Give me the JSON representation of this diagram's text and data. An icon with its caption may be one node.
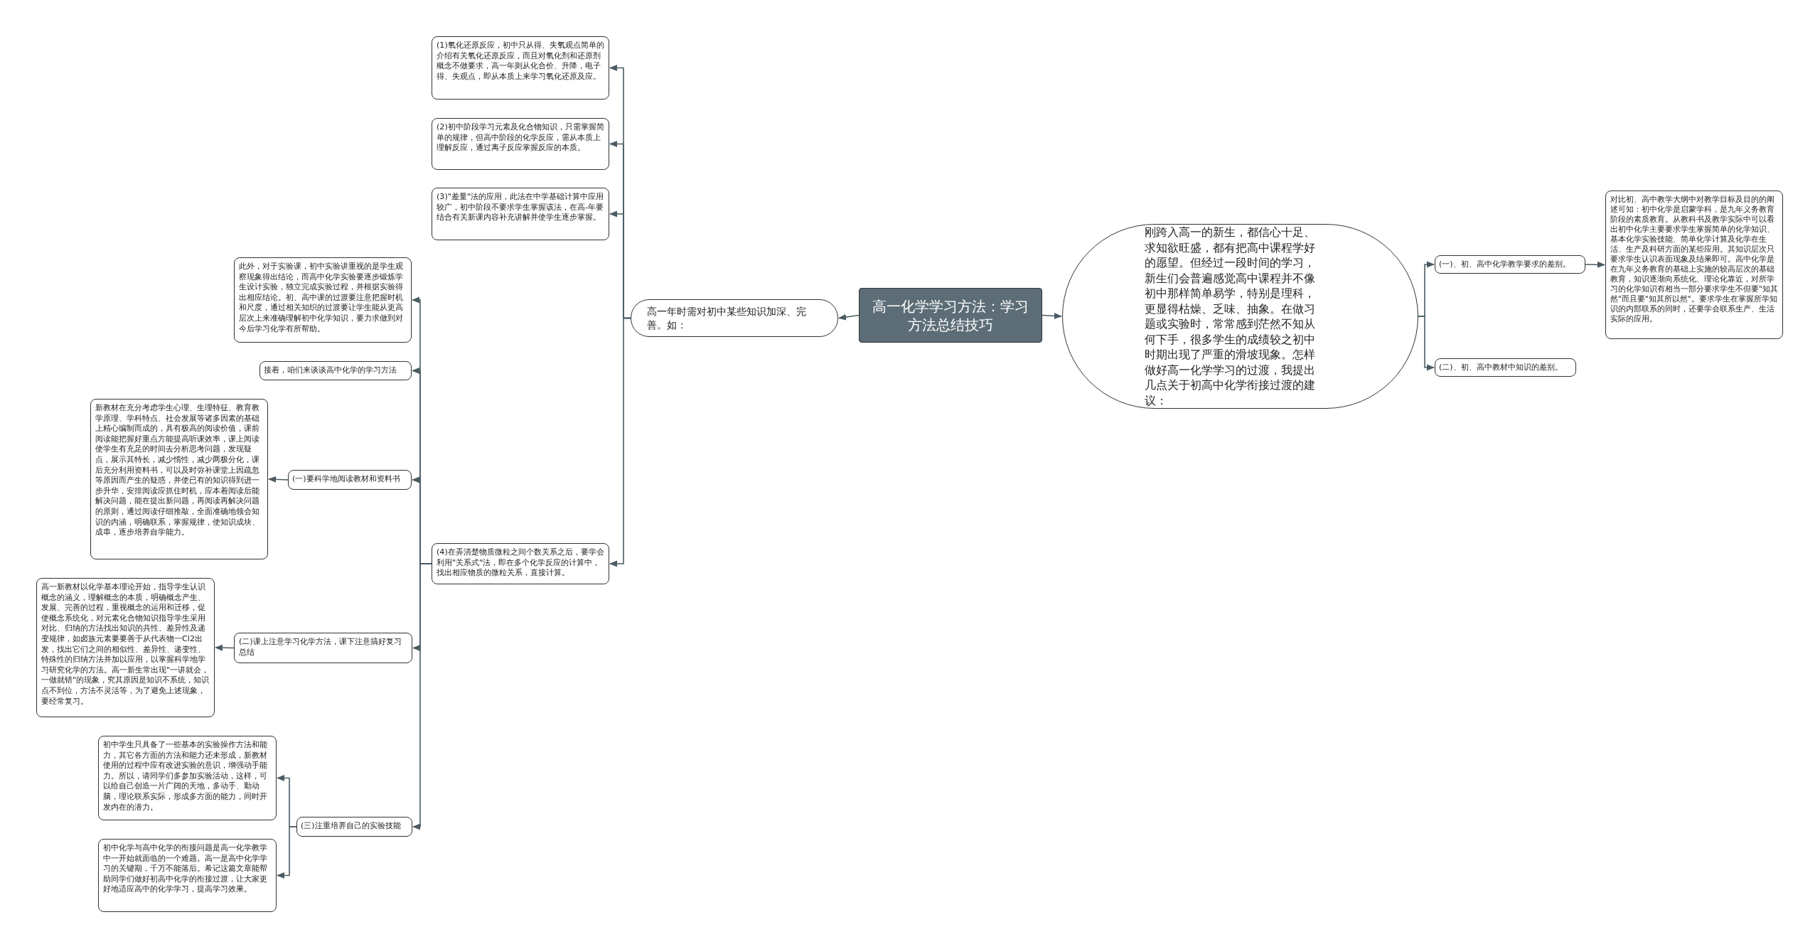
{
  "diagram": {
    "nodes": [
      {
        "text": [
          "高一化学学习方法：学习方法总结技巧"
        ]
      },
      {
        "text": [
          "高一年时需对初中某些知识加深、完善。如："
        ]
      },
      {
        "text": [
          "(1)氧化还原反应，初中只从得、失氧观点简单的介绍有关氧化还原反应，而且对氧化剂和还原剂概念不做要求，高一年则从化合价、升降，电子得、失观点，即从本质上来学习氧化还原及应。"
        ]
      },
      {
        "text": [
          "(2)初中阶段学习元素及化合物知识，只需掌握简单的规律，但高中阶段的化学反应，需从本质上理解反应，通过离子反应掌握反应的本质。"
        ]
      },
      {
        "text": [
          "(3)\"差量\"法的应用，此法在中学基础计算中应用较广，初中阶段不要求学生掌握该法，在高-年要结合有关新课内容补充讲解并使学生逐步掌握。"
        ]
      },
      {
        "text": [
          "(4)在弄清楚物质微粒之间个数关系之后，要学会利用\"关系式\"法，即在多个化学反应的计算中，找出相应物质的微粒关系，直接计算。"
        ]
      },
      {
        "text": [
          "此外，对于实验课，初中实验讲重视的是学生观察现象得出结论，而高中化学实验要逐步锻炼学生设计实验，独立完成实验过程，并根据实验得出相应结论。初、高中课的过渡要注意把握时机和尺度，通过相关知织的过渡要让学生能从更高层次上来准确理解初中化学知识，要力求做到对今后学习化学有所帮助。"
        ]
      },
      {
        "text": [
          "接着，咱们来谈谈高中化学的学习方法"
        ]
      },
      {
        "text": [
          "(一)要科学地阅读教材和资料书"
        ]
      },
      {
        "text": [
          "新教材在充分考虑学生心理、生理特征、教育教学原理、学科特点、社会发展等诸多因素的基础上精心编制而成的，具有极高的阅读价值，课前阅读能把握好重点方能提高听课效率，课上阅读使学生有充足的时间去分析思考问题，发现疑点，展示其特长，减少惰性，减少两极分化，课后充分利用资料书，可以及时弥补课堂上因疏忽等原因而产生的疑惑，并使已有的知识得到进一步升华，安排阅读应抓住时机，应本着阅读后能解决问题，能在提出新问题，再阅读再解决问题的原则，通过阅读仔细推敲，全面准确地领会知识的内涵，明确联系，掌握规律，使知识成块、成串，逐步培养自学能力。"
        ]
      },
      {
        "text": [
          "(二)课上注意学习化学方法，课下注意搞好复习总结"
        ]
      },
      {
        "text": [
          "高一新教材以化学基本理论开始，指导学生认识概念的涵义，理解概念的本质，明确概念产生、发展、完善的过程，重视概念的运用和迁移，促使概念系统化，对元素化合物知识指导学生采用对比、归纳的方法找出知识的共性、差异性及递变规律，如卤族元素要要善于从代表物一Cl2出发，找出它们之间的相似性、差异性、递变性、特殊性的归纳方法并加以应用，以掌握科学地学习研究化学的方法。高一新生常出现\"一讲就会，一做就错\"的现象，究其原因是知识不系统，知识点不到位，方法不灵活等，为了避免上述现象，要经常复习。"
        ]
      },
      {
        "text": [
          "(三)注重培养自己的实验技能"
        ]
      },
      {
        "text": [
          "初中学生只具备了一些基本的实验操作方法和能力，其它各方面的方法和能力还未形成，新教材使用的过程中应有改进实验的意识，增强动手能力。所以，请同学们多参加实验活动，这样，可以给自己创造一片广阔的天地，多动手、勤动脑，理论联系实际，形成多方面的能力，同时开发内在的潜力。"
        ]
      },
      {
        "text": [
          "初中化学与高中化学的衔接问题是高一化学教学中一开始就面临的一个难题。高一是高中化学学习的关键期，千万不能落后。希记这篇文章能帮助同学们做好初高中化学的衔接过渡，让大家更好地适应高中的化学学习，提高学习效果。"
        ]
      },
      {
        "text": [
          "刚跨入高一的新生，都信心十足、求知欲旺盛，都有把高中课程学好的愿望。但经过一段时间的学习，新生们会普遍感觉高中课程并不像初中那样简单易学，特别是理科，更显得枯燥、乏味、抽象。在做习题或实验时，常常感到茫然不知从何下手，很多学生的成绩较之初中时期出现了严重的滑坡现象。怎样做好高一化学学习的过渡，我提出几点关于初高中化学衔接过渡的建议："
        ]
      },
      {
        "text": [
          "(一)、初、高中化学教学要求的差别。"
        ]
      },
      {
        "text": [
          "(二)、初、高中教材中知识的差别。"
        ]
      },
      {
        "text": [
          "对比初、高中教学大纲中对教学目标及目的的阐述可知：初中化学是启蒙学科，是九年义务教育阶段的素质教育。从教科书及教学实际中可以看出初中化学主要要求学生掌握简单的化学知识、基本化学实验技能、简单化学计算及化学在生活、生产及科研方面的某些应用。其知识层次只要求学生认识表面现象及结果即可。高中化学是在九年义务教育的基础上实施的较高层次的基础教育，知识逐渐向系统化、理论化靠近，对所学习的化学知识有相当一部分要求学生不但要\"知其然\"而且要\"知其所以然\"。要求学生在掌握所学知识的内部联系的同时，还要学会联系生产、生活实际的应用。"
        ]
      }
    ],
    "edges": [
      {
        "from": 0,
        "to": 1,
        "arrow": "to"
      },
      {
        "from": 0,
        "to": 15,
        "arrow": "to"
      },
      {
        "from": 1,
        "to": 2,
        "arrow": "to"
      },
      {
        "from": 1,
        "to": 3,
        "arrow": "to"
      },
      {
        "from": 1,
        "to": 4,
        "arrow": "to"
      },
      {
        "from": 1,
        "to": 5,
        "arrow": "to"
      },
      {
        "from": 5,
        "to": 6,
        "arrow": "to"
      },
      {
        "from": 5,
        "to": 7,
        "arrow": "to"
      },
      {
        "from": 5,
        "to": 8,
        "arrow": "to"
      },
      {
        "from": 5,
        "to": 10,
        "arrow": "to"
      },
      {
        "from": 5,
        "to": 12,
        "arrow": "to"
      },
      {
        "from": 8,
        "to": 9,
        "arrow": "to"
      },
      {
        "from": 10,
        "to": 11,
        "arrow": "to"
      },
      {
        "from": 12,
        "to": 13,
        "arrow": "to"
      },
      {
        "from": 12,
        "to": 14,
        "arrow": "to"
      },
      {
        "from": 15,
        "to": 16,
        "arrow": "to"
      },
      {
        "from": 15,
        "to": 17,
        "arrow": "to"
      },
      {
        "from": 16,
        "to": 18,
        "arrow": "to"
      }
    ]
  }
}
